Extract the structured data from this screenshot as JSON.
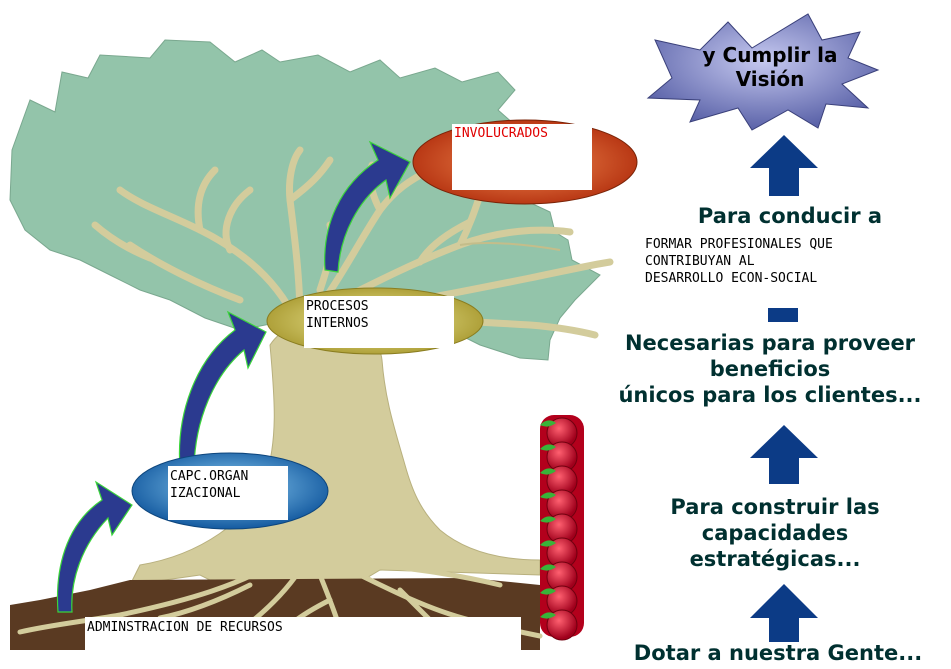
{
  "diagram": {
    "star": {
      "text_1": "y Cumplir la",
      "text_2": "Visión"
    },
    "leads_to": "Para conducir a",
    "goal_text": "FORMAR PROFESIONALES QUE\nCONTRIBUYAN AL\nDESARROLLO ECON-SOCIAL",
    "benefits_1": "Necesarias para proveer",
    "benefits_2": "beneficios",
    "benefits_3": "únicos para los clientes...",
    "capabilities_1": "Para construir las",
    "capabilities_2": "capacidades",
    "capabilities_3": "estratégicas...",
    "people": "Dotar a nuestra Gente...",
    "ovals": {
      "stakeholders": "INVOLUCRADOS",
      "processes": "PROCESOS\nINTERNOS",
      "capacity": "CAPC.ORGAN\nIZACIONAL"
    },
    "ground_label": "ADMINSTRACION DE RECURSOS"
  },
  "colors": {
    "canopy": "#93c4aa",
    "trunk": "#d3cc9c",
    "soil": "#5a3a22",
    "arrow_blue": "#2b3a8f",
    "up_arrow": "#0c3b86",
    "star": "#7f86c8",
    "oval_red": "#c8401c",
    "oval_gold": "#c9be4e",
    "oval_blue": "#1f6fb5",
    "apple": "#c8102e"
  }
}
